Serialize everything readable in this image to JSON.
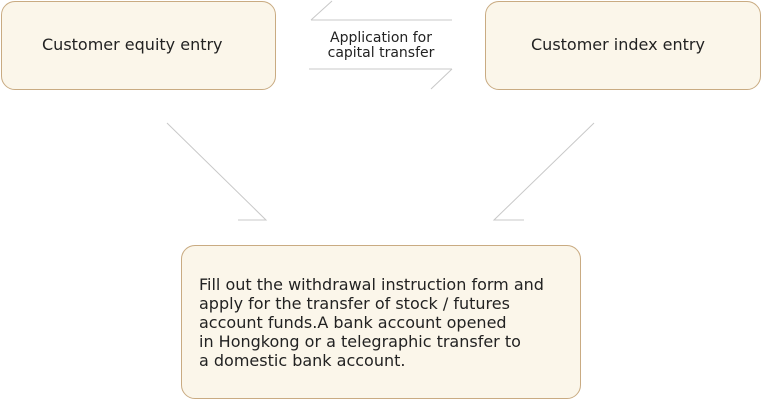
{
  "colors": {
    "box_fill": "#fbf6ea",
    "box_border": "#c9ab82",
    "arrow": "#c8c8c8",
    "text": "#222222"
  },
  "nodes": {
    "customer_equity": {
      "label": "Customer equity entry"
    },
    "customer_index": {
      "label": "Customer index entry"
    },
    "withdrawal": {
      "lines": [
        "Fill out the withdrawal instruction form and",
        "apply for the transfer of stock / futures",
        "account funds.A bank account opened",
        "in Hongkong or a telegraphic transfer to",
        "a domestic bank account."
      ]
    }
  },
  "edges": {
    "capital_transfer": {
      "label_lines": [
        "Application for",
        "capital transfer"
      ]
    }
  }
}
